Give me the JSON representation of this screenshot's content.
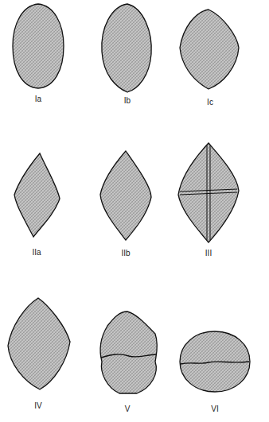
{
  "diagram": {
    "labels": [
      "Ia",
      "Ib",
      "Ic",
      "IIa",
      "IIb",
      "III",
      "IV",
      "V",
      "VI"
    ]
  }
}
